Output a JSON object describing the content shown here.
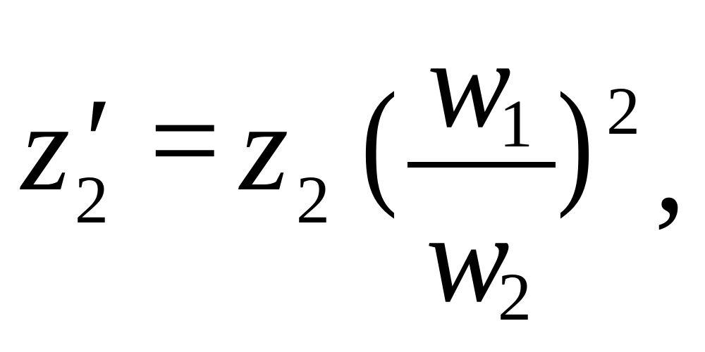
{
  "formula": {
    "lhs_var": "z",
    "lhs_prime": "′",
    "lhs_sub": "2",
    "equals": "=",
    "rhs_var": "z",
    "rhs_sub": "2",
    "open_paren": "(",
    "numerator_var": "w",
    "numerator_sub": "1",
    "denominator_var": "w",
    "denominator_sub": "2",
    "close_paren": ")",
    "exponent": "2",
    "trailing_comma": ","
  }
}
